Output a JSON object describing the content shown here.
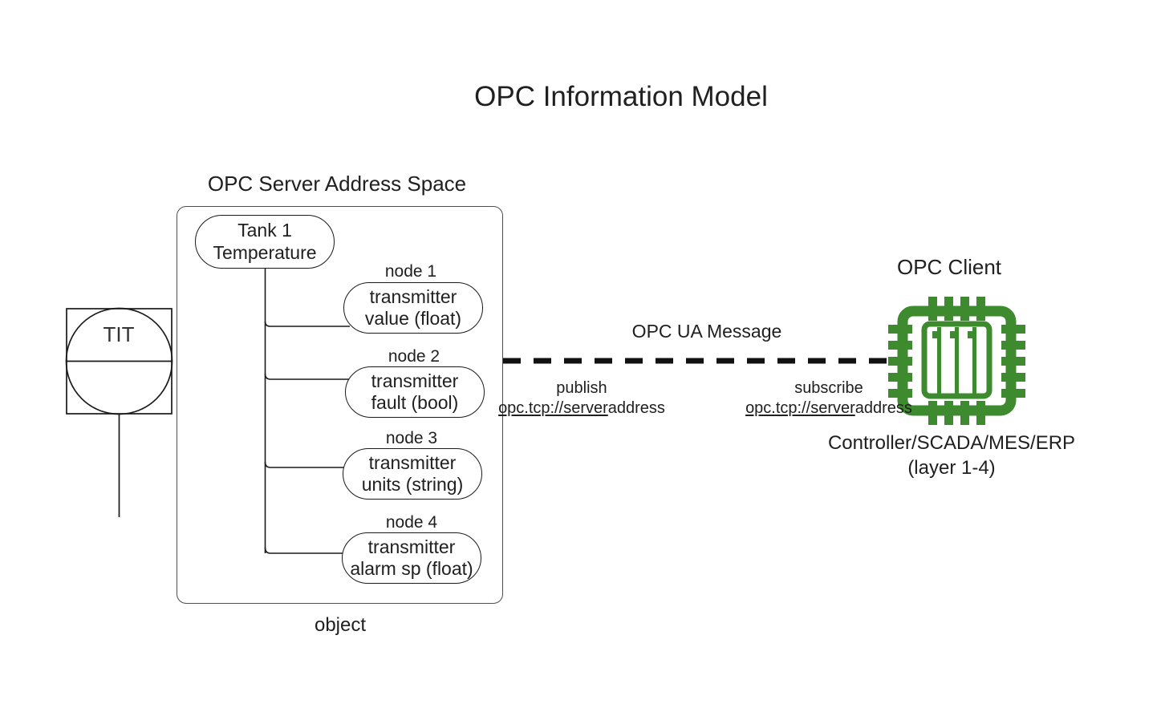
{
  "title": "OPC Information Model",
  "sensor": {
    "tag": "TIT",
    "icon": "instrument-balloon-icon"
  },
  "server": {
    "title": "OPC Server Address Space",
    "footer_label": "object",
    "root_node": {
      "line1": "Tank 1",
      "line2": "Temperature"
    },
    "nodes": [
      {
        "caption": "node 1",
        "line1": "transmitter",
        "line2": "value (float)"
      },
      {
        "caption": "node 2",
        "line1": "transmitter",
        "line2": "fault (bool)"
      },
      {
        "caption": "node 3",
        "line1": "transmitter",
        "line2": "units (string)"
      },
      {
        "caption": "node 4",
        "line1": "transmitter",
        "line2": "alarm sp (float)"
      }
    ]
  },
  "message": {
    "label": "OPC UA Message",
    "publish": {
      "verb": "publish",
      "address_protocol": "opc.tcp://server",
      "address_host": "address"
    },
    "subscribe": {
      "verb": "subscribe",
      "address_protocol": "opc.tcp://server",
      "address_host": "address"
    }
  },
  "client": {
    "title": "OPC Client",
    "icon": "cpu-chip-icon",
    "caption_line1": "Controller/SCADA/MES/ERP",
    "caption_line2": "(layer 1-4)"
  },
  "colors": {
    "chip_green": "#3d8b2e",
    "stroke": "#1a1a1a",
    "container_stroke": "#4d4d4d",
    "text": "#202020",
    "background": "#ffffff"
  }
}
